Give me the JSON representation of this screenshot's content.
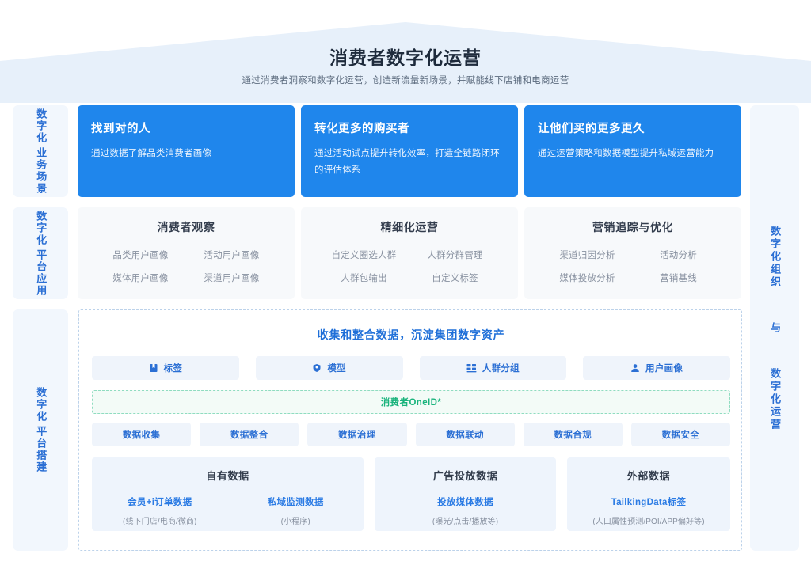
{
  "header": {
    "title": "消费者数字化运营",
    "subtitle": "通过消费者洞察和数字化运营，创造新流量新场景，并赋能线下店铺和电商运营"
  },
  "left_rail": [
    {
      "col1": "数字化",
      "col2": "业务场景"
    },
    {
      "col1": "数字化",
      "col2": "平台应用"
    },
    {
      "col1": "数字化",
      "col2": "平台搭建"
    }
  ],
  "right_rail": {
    "segments": [
      "数字化组织",
      "与",
      "数字化运营"
    ]
  },
  "business_scenarios": [
    {
      "title": "找到对的人",
      "desc": "通过数据了解品类消费者画像"
    },
    {
      "title": "转化更多的购买者",
      "desc": "通过活动试点提升转化效率，打造全链路闭环的评估体系"
    },
    {
      "title": "让他们买的更多更久",
      "desc": "通过运营策略和数据模型提升私域运营能力"
    }
  ],
  "platform_apps": [
    {
      "title": "消费者观察",
      "items": [
        "品类用户画像",
        "活动用户画像",
        "媒体用户画像",
        "渠道用户画像"
      ]
    },
    {
      "title": "精细化运营",
      "items": [
        "自定义圈选人群",
        "人群分群管理",
        "人群包输出",
        "自定义标签"
      ]
    },
    {
      "title": "营销追踪与优化",
      "items": [
        "渠道归因分析",
        "活动分析",
        "媒体投放分析",
        "营销基线"
      ]
    }
  ],
  "platform_build": {
    "title": "收集和整合数据，沉淀集团数字资产",
    "asset_chips": [
      {
        "icon": "tag-icon",
        "label": "标签"
      },
      {
        "icon": "model-shield-icon",
        "label": "模型"
      },
      {
        "icon": "group-grid-icon",
        "label": "人群分组"
      },
      {
        "icon": "user-portrait-icon",
        "label": "用户画像"
      }
    ],
    "oneid": "消费者OneID*",
    "governance": [
      "数据收集",
      "数据整合",
      "数据治理",
      "数据联动",
      "数据合规",
      "数据安全"
    ],
    "sources": [
      {
        "title": "自有数据",
        "items": [
          {
            "name": "会员+i订单数据",
            "note": "(线下门店/电商/微商)"
          },
          {
            "name": "私域监测数据",
            "note": "(小程序)"
          }
        ]
      },
      {
        "title": "广告投放数据",
        "items": [
          {
            "name": "投放媒体数据",
            "note": "(曝光/点击/播放等)"
          }
        ]
      },
      {
        "title": "外部数据",
        "items": [
          {
            "name": "TailkingData标签",
            "note": "(人口属性预测/POI/APP偏好等)"
          }
        ]
      }
    ]
  },
  "colors": {
    "brand_blue": "#1f86ec",
    "rail_blue": "#2b6fd4",
    "roof_bg": "#e7f0fa",
    "oneid_green": "#19b37c",
    "card_gray": "#f7f9fb"
  }
}
